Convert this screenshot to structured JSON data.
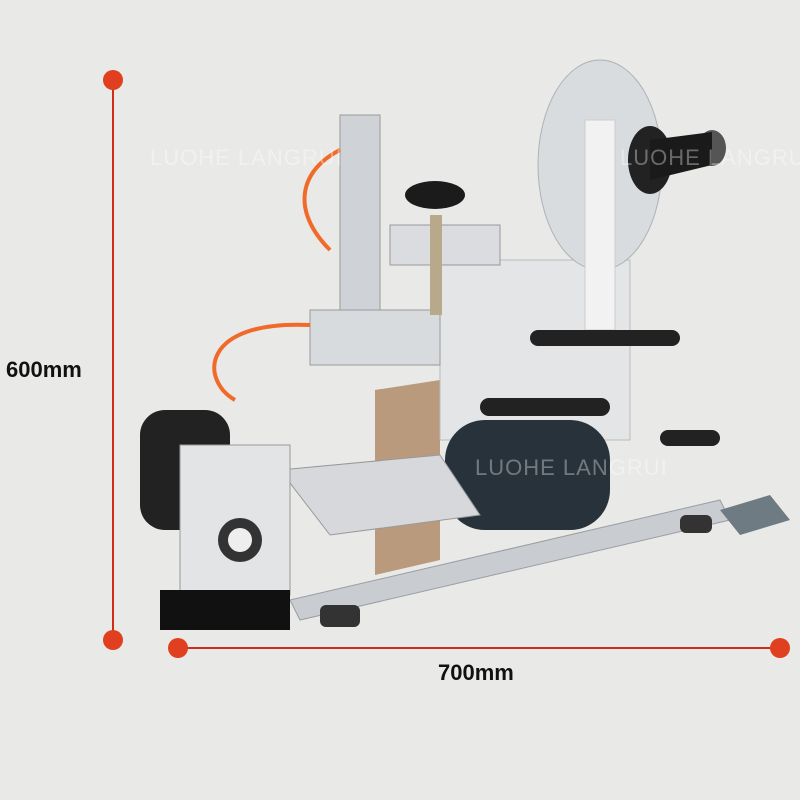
{
  "dimensions": {
    "height_label": "600mm",
    "width_label": "700mm"
  },
  "watermark": "LUOHE LANGRUI",
  "colors": {
    "background": "#e9eae8",
    "dimension_line": "#d42a1c",
    "dimension_dot": "#e0401f",
    "tube": "#f06a2a"
  }
}
